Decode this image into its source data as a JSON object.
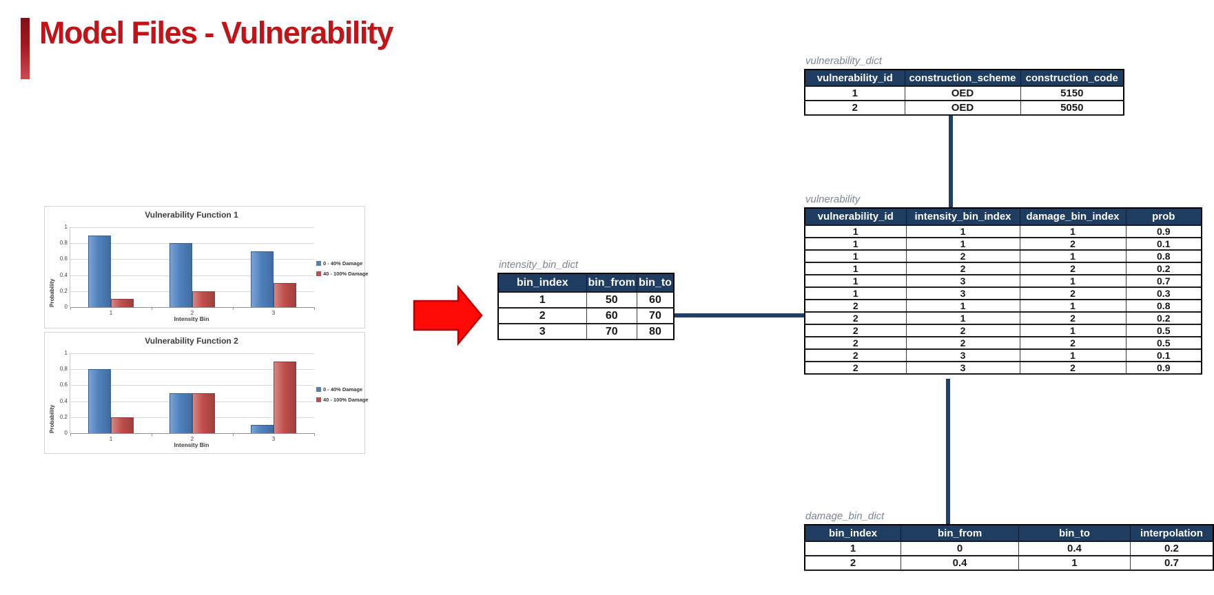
{
  "slide": {
    "title": "Model Files - Vulnerability"
  },
  "colors": {
    "accent_red": "#c11318",
    "table_header_navy": "#1f3c61",
    "connector_navy": "#1f3f66",
    "bar_blue": "#4f81bd",
    "bar_red": "#c0504d",
    "arrow_red": "#ff0909"
  },
  "icons": {
    "arrow": "red-arrow-icon"
  },
  "chart_data": [
    {
      "type": "bar",
      "title": "Vulnerability Function 1",
      "xlabel": "Intensity Bin",
      "ylabel": "Probability",
      "categories": [
        "1",
        "2",
        "3"
      ],
      "yticks": [
        "1",
        "0.8",
        "0.6",
        "0.4",
        "0.2",
        "0"
      ],
      "ylim": [
        0,
        1
      ],
      "grid": true,
      "legend_position": "right",
      "series": [
        {
          "name": "0 - 40% Damage",
          "color": "#4f81bd",
          "values": [
            0.9,
            0.8,
            0.7
          ]
        },
        {
          "name": "40 - 100% Damage",
          "color": "#c0504d",
          "values": [
            0.1,
            0.2,
            0.3
          ]
        }
      ]
    },
    {
      "type": "bar",
      "title": "Vulnerability Function 2",
      "xlabel": "Intensity Bin",
      "ylabel": "Probability",
      "categories": [
        "1",
        "2",
        "3"
      ],
      "yticks": [
        "1",
        "0.8",
        "0.6",
        "0.4",
        "0.2",
        "0"
      ],
      "ylim": [
        0,
        1
      ],
      "grid": true,
      "legend_position": "right",
      "series": [
        {
          "name": "0 - 40% Damage",
          "color": "#4f81bd",
          "values": [
            0.8,
            0.5,
            0.1
          ]
        },
        {
          "name": "40 - 100% Damage",
          "color": "#c0504d",
          "values": [
            0.2,
            0.5,
            0.9
          ]
        }
      ]
    }
  ],
  "tables": [
    {
      "id": "vulnerability_dict",
      "label": "vulnerability_dict",
      "columns": [
        "vulnerability_id",
        "construction_scheme",
        "construction_code"
      ],
      "rows": [
        [
          "1",
          "OED",
          "5150"
        ],
        [
          "2",
          "OED",
          "5050"
        ]
      ]
    },
    {
      "id": "intensity_bin_dict",
      "label": "intensity_bin_dict",
      "columns": [
        "bin_index",
        "bin_from",
        "bin_to"
      ],
      "rows": [
        [
          "1",
          "50",
          "60"
        ],
        [
          "2",
          "60",
          "70"
        ],
        [
          "3",
          "70",
          "80"
        ]
      ]
    },
    {
      "id": "vulnerability",
      "label": "vulnerability",
      "columns": [
        "vulnerability_id",
        "intensity_bin_index",
        "damage_bin_index",
        "prob"
      ],
      "rows": [
        [
          "1",
          "1",
          "1",
          "0.9"
        ],
        [
          "1",
          "1",
          "2",
          "0.1"
        ],
        [
          "1",
          "2",
          "1",
          "0.8"
        ],
        [
          "1",
          "2",
          "2",
          "0.2"
        ],
        [
          "1",
          "3",
          "1",
          "0.7"
        ],
        [
          "1",
          "3",
          "2",
          "0.3"
        ],
        [
          "2",
          "1",
          "1",
          "0.8"
        ],
        [
          "2",
          "1",
          "2",
          "0.2"
        ],
        [
          "2",
          "2",
          "1",
          "0.5"
        ],
        [
          "2",
          "2",
          "2",
          "0.5"
        ],
        [
          "2",
          "3",
          "1",
          "0.1"
        ],
        [
          "2",
          "3",
          "2",
          "0.9"
        ]
      ]
    },
    {
      "id": "damage_bin_dict",
      "label": "damage_bin_dict",
      "columns": [
        "bin_index",
        "bin_from",
        "bin_to",
        "interpolation"
      ],
      "rows": [
        [
          "1",
          "0",
          "0.4",
          "0.2"
        ],
        [
          "2",
          "0.4",
          "1",
          "0.7"
        ]
      ]
    }
  ]
}
